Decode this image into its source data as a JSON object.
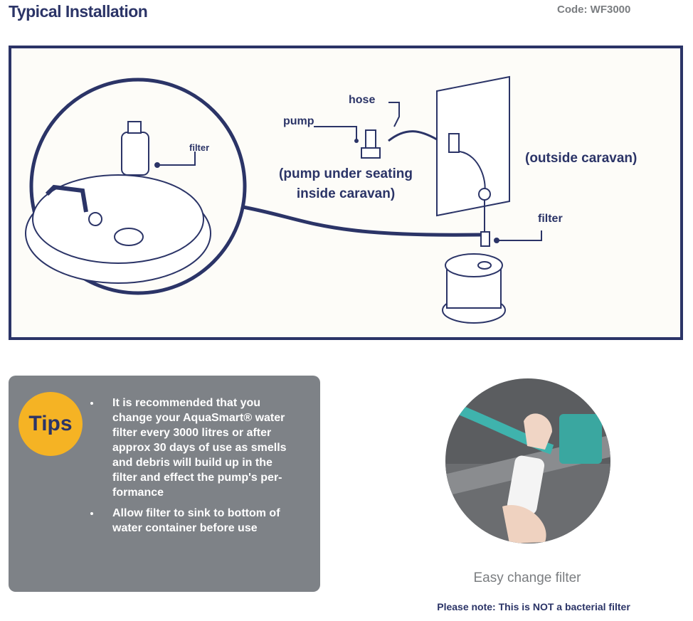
{
  "header": {
    "title": "Typical Installation",
    "code": "Code: WF3000"
  },
  "diagram": {
    "labels": {
      "hose": "hose",
      "pump": "pump",
      "filter_zoom": "filter",
      "pump_location_line1": "(pump under seating",
      "pump_location_line2": "inside caravan)",
      "outside": "(outside caravan)",
      "filter": "filter"
    }
  },
  "tips": {
    "badge": "Tips",
    "items": [
      "It is recommended that you change your AquaSmart® water filter every 3000 litres or after approx 30 days of use as smells and debris will build up in the filter and effect the pump's per-formance",
      "Allow filter to sink to bottom of water container before use"
    ]
  },
  "photo": {
    "caption": "Easy change filter",
    "note": "Please note: This is NOT a bacterial filter"
  },
  "colors": {
    "navy": "#2b3467",
    "tips_bg": "#7e8287",
    "badge": "#f5b324"
  }
}
